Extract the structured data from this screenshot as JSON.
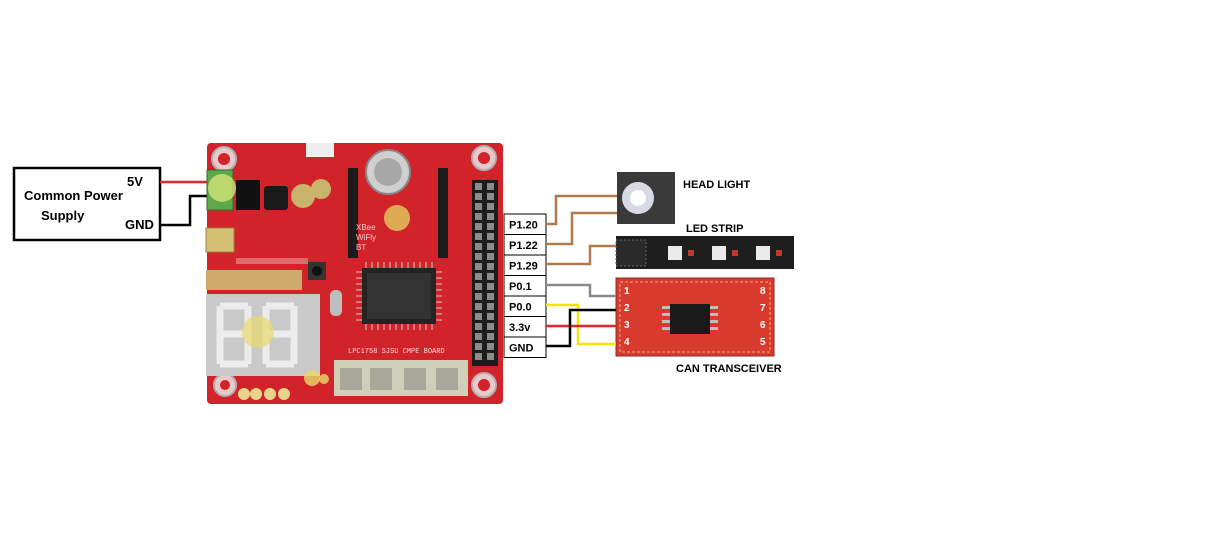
{
  "power_supply": {
    "title_line1": "Common Power",
    "title_line2": "Supply",
    "pin_5v": "5V",
    "pin_gnd": "GND"
  },
  "board": {
    "name": "LPC1758 SJSU CMPE BOARD",
    "xbee_label_1": "XBee",
    "xbee_label_2": "WiFly",
    "xbee_label_3": "BT"
  },
  "pins": [
    "P1.20",
    "P1.22",
    "P1.29",
    "P0.1",
    "P0.0",
    "3.3v",
    "GND"
  ],
  "devices": {
    "head_light": "HEAD LIGHT",
    "led_strip": "LED STRIP",
    "can_transceiver": "CAN TRANSCEIVER"
  },
  "transceiver_pins_left": [
    "1",
    "2",
    "3",
    "4"
  ],
  "transceiver_pins_right": [
    "8",
    "7",
    "6",
    "5"
  ],
  "colors": {
    "board_red": "#d2232a",
    "wire_red": "#e0262b",
    "wire_black": "#000000",
    "wire_brown": "#b07a4f",
    "wire_gray": "#8a8a8a",
    "wire_yellow": "#f4e400"
  }
}
